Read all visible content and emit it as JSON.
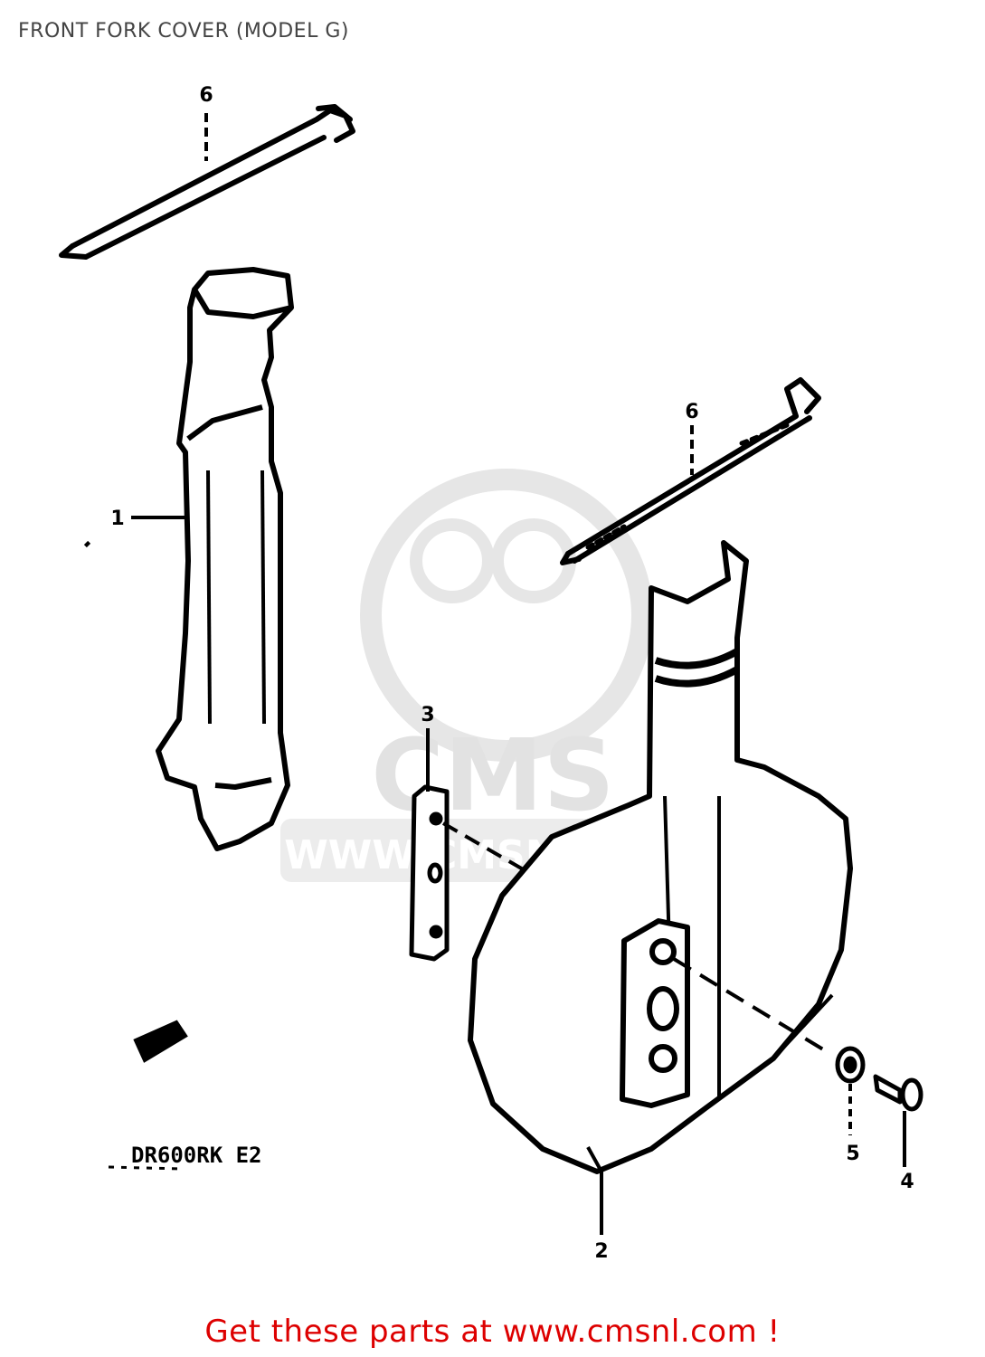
{
  "page": {
    "title": "FRONT FORK COVER (MODEL G)",
    "model_code": "DR600RK E2",
    "footer_link": "Get these parts at www.cmsnl.com !"
  },
  "callouts": [
    {
      "id": "1",
      "label": "1"
    },
    {
      "id": "2",
      "label": "2"
    },
    {
      "id": "3",
      "label": "3"
    },
    {
      "id": "4",
      "label": "4"
    },
    {
      "id": "5",
      "label": "5"
    },
    {
      "id": "6a",
      "label": "6"
    },
    {
      "id": "6b",
      "label": "6"
    }
  ],
  "watermark": {
    "main": "CMS",
    "url": "WWW.CMSNL.COM"
  },
  "colors": {
    "title": "#444444",
    "link": "#dd0000",
    "watermark": "#e2e2e2",
    "ink": "#000000"
  }
}
